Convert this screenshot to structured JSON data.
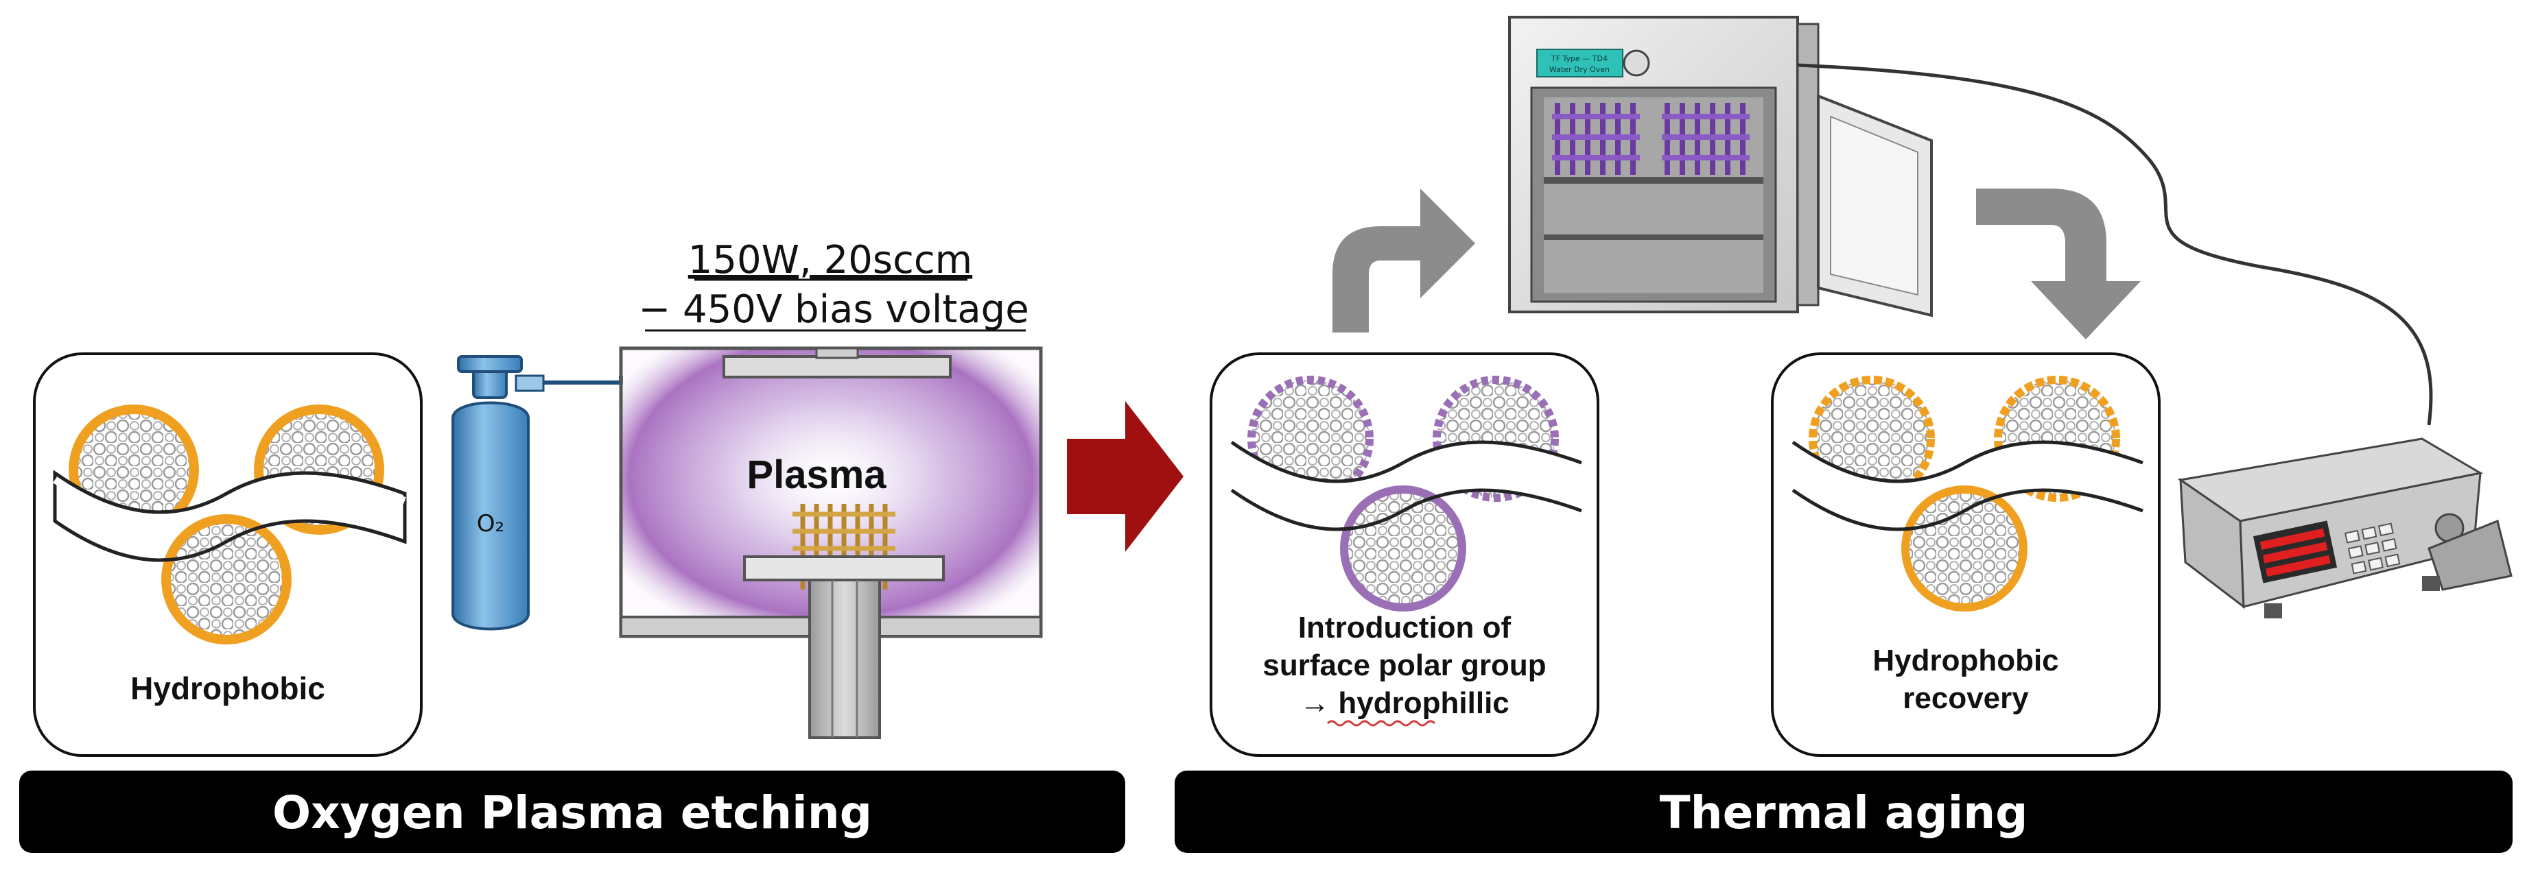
{
  "conditions": {
    "line1": "150W, 20sccm",
    "line2": "− 450V bias voltage"
  },
  "gas_cylinder_label": "O₂",
  "chamber_label": "Plasma",
  "panels": {
    "hydrophobic": "Hydrophobic",
    "polar_line1": "Introduction of",
    "polar_line2": "surface polar group",
    "polar_line3": "→ hydrophillic",
    "recovery_line1": "Hydrophobic",
    "recovery_line2": "recovery"
  },
  "oven_panel_text": {
    "line1": "TF Type — TD4",
    "line2": "Water Dry Oven"
  },
  "bars": {
    "left": "Oxygen Plasma etching",
    "right": "Thermal aging"
  },
  "colors": {
    "hydrophobic_ring": "#f0a020",
    "hydrophilic_ring": "#9a6fb5",
    "plasma_glow": "#9b59b6",
    "cylinder": "#4a90c8",
    "process_arrow": "#a01010",
    "flow_arrow": "#8c8c8c",
    "bar_fill": "#000000"
  }
}
